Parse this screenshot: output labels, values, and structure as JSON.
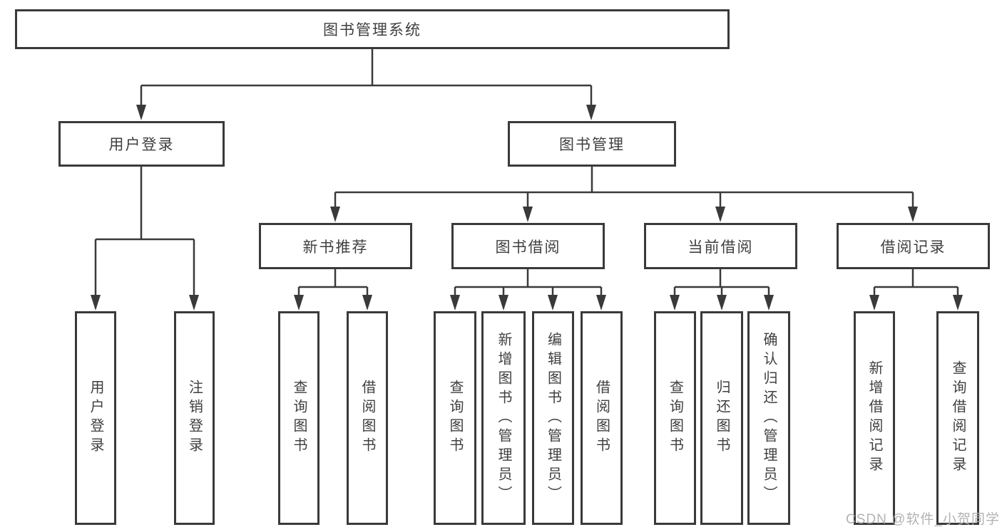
{
  "diagram_title": "图书管理系统",
  "colors": {
    "line": "#3a3a3a",
    "box_border": "#3a3a3a",
    "text": "#3f3f3f",
    "background": "#ffffff",
    "watermark": "#afafaf"
  },
  "watermark": "CSDN @软件_小贺同学",
  "tree": {
    "root": "图书管理系统",
    "children": [
      {
        "label": "用户登录",
        "children": [
          {
            "label": "用户登录"
          },
          {
            "label": "注销登录"
          }
        ]
      },
      {
        "label": "图书管理",
        "children": [
          {
            "label": "新书推荐",
            "children": [
              {
                "label": "查询图书"
              },
              {
                "label": "借阅图书"
              }
            ]
          },
          {
            "label": "图书借阅",
            "children": [
              {
                "label": "查询图书"
              },
              {
                "label": "新增图书（管理员）"
              },
              {
                "label": "编辑图书（管理员）"
              },
              {
                "label": "借阅图书"
              }
            ]
          },
          {
            "label": "当前借阅",
            "children": [
              {
                "label": "查询图书"
              },
              {
                "label": "归还图书"
              },
              {
                "label": "确认归还（管理员）"
              }
            ]
          },
          {
            "label": "借阅记录",
            "children": [
              {
                "label": "新增借阅记录"
              },
              {
                "label": "查询借阅记录"
              }
            ]
          }
        ]
      }
    ]
  }
}
